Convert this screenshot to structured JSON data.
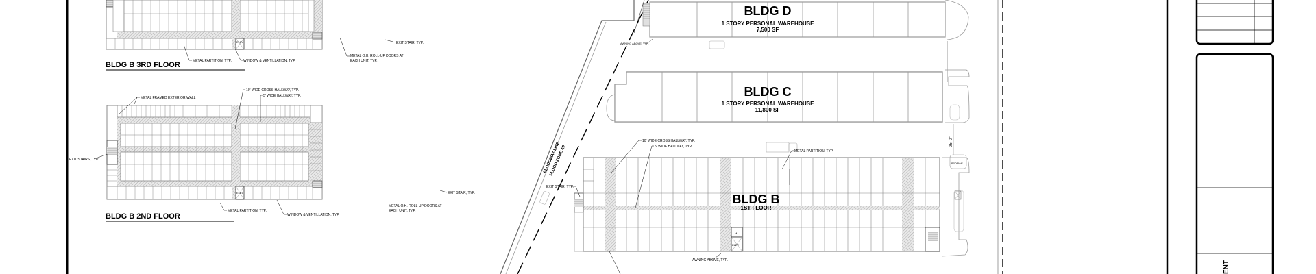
{
  "drawing": {
    "sheet_border_color": "#000000",
    "line_color": "#8a8a8a",
    "hatch_color": "#9a9a9a"
  },
  "bldg_b_3rd": {
    "title": "BLDG B 3RD FLOOR",
    "notes": {
      "metal_partition": "METAL PARTITION, TYP.",
      "window_vent": "WINDOW & VENTILLATION, TYP.",
      "rollup_doors_1": "METAL O.H. ROLL-UP DOORS AT",
      "rollup_doors_2": "EACH UNIT, TYP.",
      "exit_stair": "EXIT STAIR, TYP.",
      "elev": "ELEV"
    }
  },
  "bldg_b_2nd": {
    "title": "BLDG B 2ND FLOOR",
    "notes": {
      "metal_framed_wall": "METAL FRAMED EXTERIOR WALL",
      "cross_hallway": "10' WIDE  CROSS HALLWAY, TYP.",
      "hallway": "5' WIDE HALLWAY, TYP.",
      "exit_stairs": "EXIT STAIRS, TYP.",
      "metal_partition": "METAL PARTITION, TYP.",
      "window_vent": "WINDOW & VENTILLATION, TYP.",
      "rollup_doors_1": "METAL O.H. ROLL-UP DOORS AT",
      "rollup_doors_2": "EACH UNIT, TYP.",
      "exit_stair": "EXIT STAIR, TYP.",
      "elev": "ELEV"
    }
  },
  "site": {
    "floodway_line": "FLOODWAY LINE",
    "flood_zone": "FLOOD ZONE AE",
    "awning_above": "AWNING ABOVE, TYP.",
    "dimension": "25'-0\"",
    "propane": "PROPANE"
  },
  "bldg_d": {
    "name": "BLDG D",
    "description": "1 STORY PERSONAL WAREHOUSE",
    "area": "7,500 SF"
  },
  "bldg_c": {
    "name": "BLDG C",
    "description": "1 STORY PERSONAL WAREHOUSE",
    "area": "11,800 SF"
  },
  "bldg_b_1st": {
    "name": "BLDG B",
    "floor": "1ST FLOOR",
    "notes": {
      "cross_hallway": "10' WIDE  CROSS HALLWAY, TYP.",
      "hallway": "5' WIDE HALLWAY, TYP.",
      "metal_partition": "METAL PARTITION, TYP.",
      "exit_stair": "EXIT STAIR, TYP.",
      "awning_above": "AWNING ABOVE, TYP.",
      "mech": "M",
      "elev": "ELEV"
    }
  },
  "title_block": {
    "vertical_text": "ENT"
  }
}
